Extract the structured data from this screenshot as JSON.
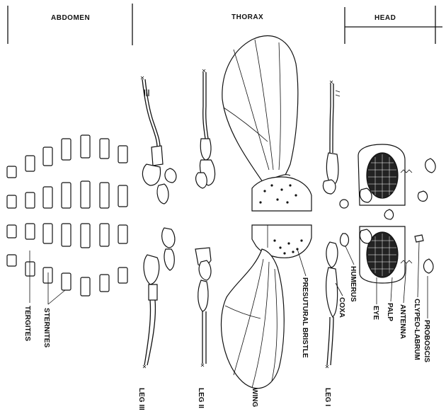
{
  "sections": {
    "abdomen": "ABDOMEN",
    "thorax": "THORAX",
    "head": "HEAD"
  },
  "labels": {
    "tergites": "TERGITES",
    "sternites": "STERNITES",
    "leg3": "LEG III",
    "leg2": "LEG II",
    "wing": "WING",
    "presutural": "PRESUTURAL BRISTLE",
    "leg1": "LEG I",
    "coxa": "COXA",
    "humerus": "HUMERUS",
    "eye": "EYE",
    "palp": "PALP",
    "antenna": "ANTENNA",
    "clypeo": "CLYPEO-LABRUM",
    "proboscis": "PROBOSCIS"
  }
}
